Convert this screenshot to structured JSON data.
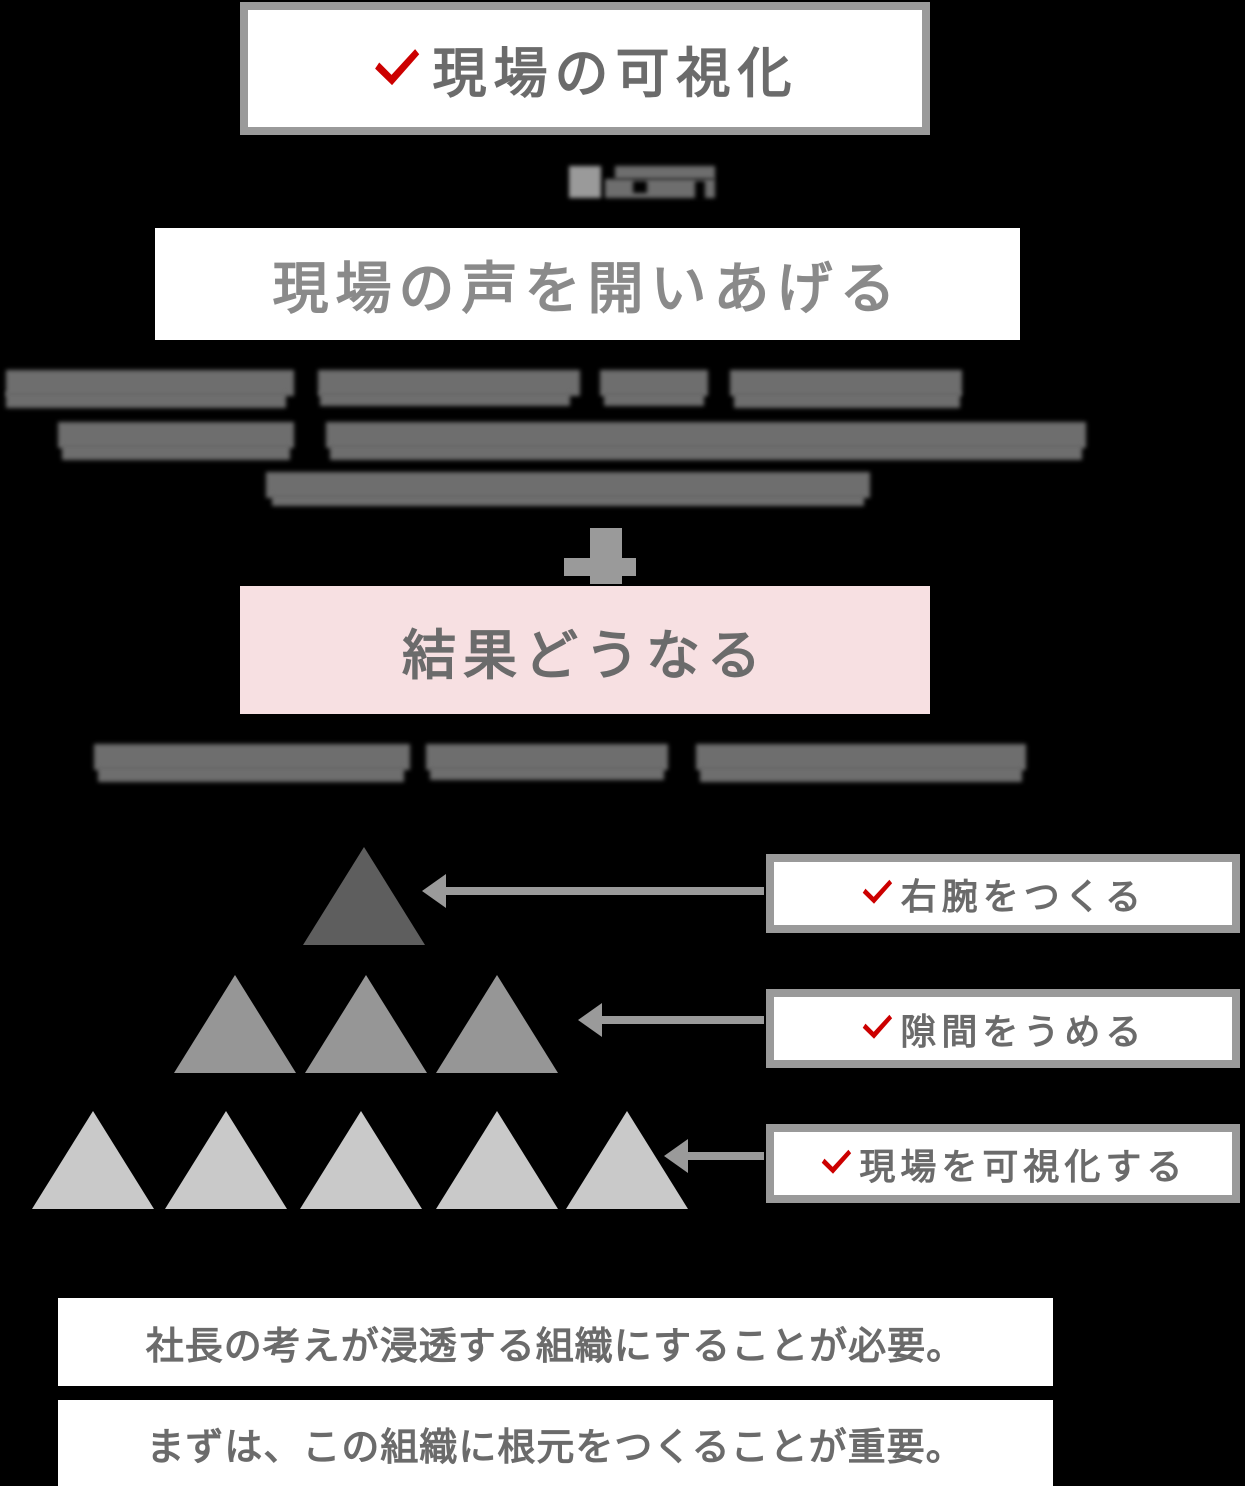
{
  "page": {
    "background_color": "#000000",
    "text_color": "#6b6b6b",
    "accent_color": "#cc0000",
    "pink_panel_color": "#f7e0e2",
    "frame_color": "#9a9a9a"
  },
  "title_box": {
    "label": "現場の可視化",
    "check_icon": "check-icon",
    "border_color": "#9a9a9a",
    "background": "#ffffff"
  },
  "connector_label": {
    "text": "",
    "note": "redacted"
  },
  "heading_box": {
    "label": "現場の声を開いあげる",
    "background": "#ffffff"
  },
  "body_paragraph": {
    "redacted": true,
    "line_count": 3,
    "text": ""
  },
  "down_arrow": {
    "icon": "down-arrow-icon",
    "color": "#9a9a9a"
  },
  "result_box": {
    "label": "結果どうなる",
    "background": "#f7e0e2"
  },
  "result_caption": {
    "redacted": true,
    "line_count": 1,
    "text": ""
  },
  "pyramid": {
    "rows": [
      {
        "level": 1,
        "count": 1,
        "color": "#5e5e5e",
        "name": "pyramid-row-top"
      },
      {
        "level": 2,
        "count": 3,
        "color": "#969696",
        "name": "pyramid-row-middle"
      },
      {
        "level": 3,
        "count": 5,
        "color": "#c9c9c9",
        "name": "pyramid-row-bottom"
      }
    ]
  },
  "callouts": [
    {
      "label": "右腕をつくる",
      "check_icon": "check-icon",
      "target_row": 1
    },
    {
      "label": "隙間をうめる",
      "check_icon": "check-icon",
      "target_row": 2
    },
    {
      "label": "現場を可視化する",
      "check_icon": "check-icon",
      "target_row": 3
    }
  ],
  "footer": {
    "lines": [
      {
        "label": "社長の考えが浸透する組織にすることが必要。"
      },
      {
        "label": "まずは、この組織に根元をつくることが重要。"
      }
    ]
  }
}
